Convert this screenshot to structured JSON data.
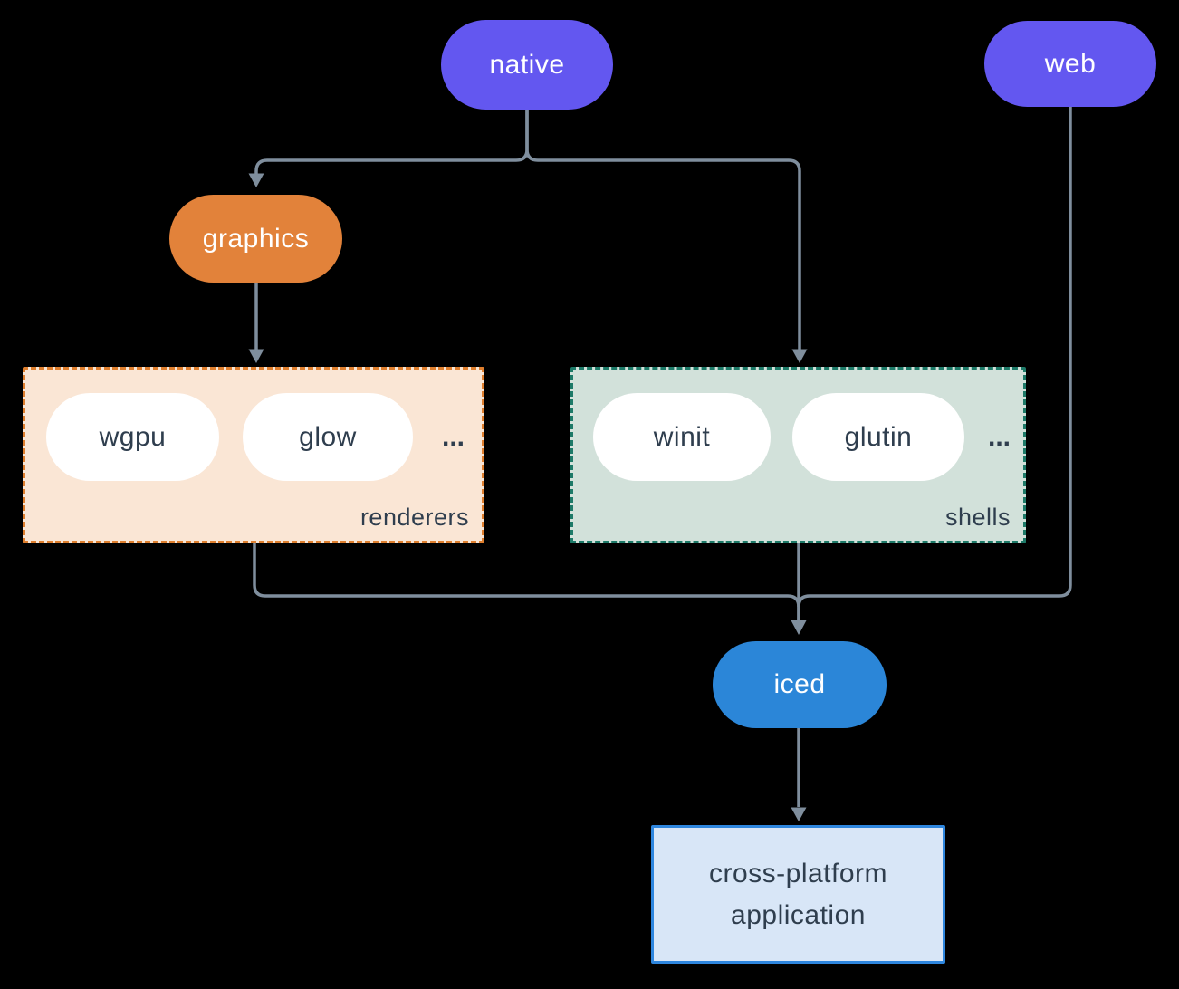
{
  "colors": {
    "background": "#000000",
    "edge": "#7f8e9d",
    "purple": "#6357f0",
    "orange": "#e2823a",
    "orange_border": "#df7f2e",
    "peach_fill": "#fae6d5",
    "teal_border": "#1d7a68",
    "sage_fill": "#d2e1da",
    "blue": "#2b86d8",
    "app_fill": "#d8e6f7",
    "app_border": "#2e86de",
    "dark_text": "#2f3e4e",
    "pill_text": "#ffffff",
    "white_pill": "#ffffff"
  },
  "nodes": {
    "native": {
      "label": "native"
    },
    "web": {
      "label": "web"
    },
    "graphics": {
      "label": "graphics"
    },
    "iced": {
      "label": "iced"
    },
    "app": {
      "line1": "cross-platform",
      "line2": "application"
    }
  },
  "groups": {
    "renderers": {
      "label": "renderers",
      "ellipsis": "...",
      "items": [
        {
          "label": "wgpu"
        },
        {
          "label": "glow"
        }
      ]
    },
    "shells": {
      "label": "shells",
      "ellipsis": "...",
      "items": [
        {
          "label": "winit"
        },
        {
          "label": "glutin"
        }
      ]
    }
  },
  "diagram": {
    "type": "flowchart",
    "edges": [
      {
        "from": "native",
        "to": "graphics"
      },
      {
        "from": "native",
        "to": "shells"
      },
      {
        "from": "graphics",
        "to": "renderers"
      },
      {
        "from": "renderers",
        "to": "iced"
      },
      {
        "from": "shells",
        "to": "iced"
      },
      {
        "from": "web",
        "to": "iced"
      },
      {
        "from": "iced",
        "to": "cross-platform application"
      }
    ]
  }
}
